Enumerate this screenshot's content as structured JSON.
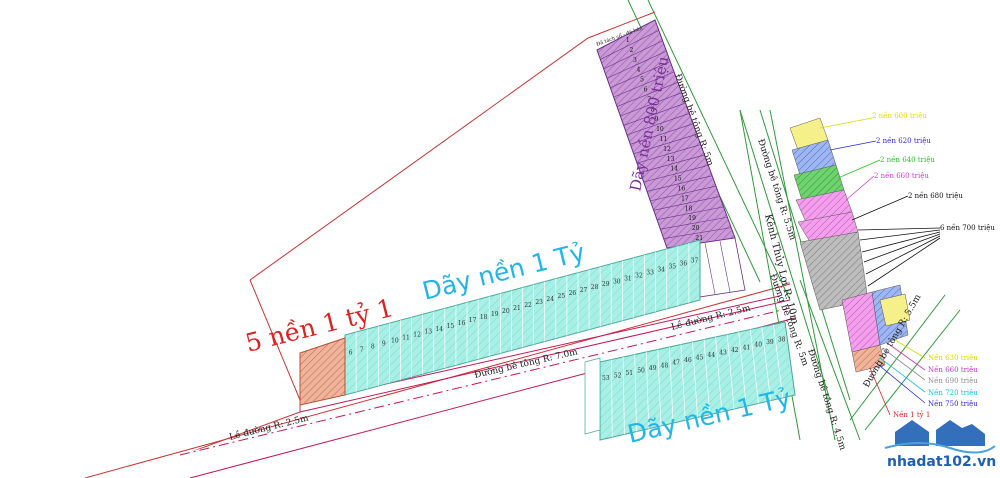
{
  "labels": {
    "row_1_ty_top": "Dãy nền 1 Tỷ",
    "row_1_ty_bottom": "Dãy nền 1 Tỷ",
    "five_lots": "5 nền 1 tỷ 1",
    "row_800": "Dãy nền 800 triệu",
    "road_7m": "Đường bê tông R: 7.0m",
    "road_5m_top": "Đường bê tông R: 5m",
    "road_5m_mid": "Đường bê tông R: 5m",
    "road_45m": "Đường bê tông R: 4.5m",
    "road_55m_right": "Đường bê tông R: 5.5m",
    "road_55m_mid": "Đường bê tông R: 5.5m",
    "shoulder_25_main": "Lề đường R: 2.5m",
    "shoulder_25_mid": "Lề đường R: 2.5m",
    "canal": "Kênh Thủy Lợi R: 10m",
    "sold_note": "Đã tách sổ - đã bán"
  },
  "price_legend": [
    {
      "text": "2 nền 600 triệu",
      "color": "#e0e000"
    },
    {
      "text": "2 nền 620 triệu",
      "color": "#2a2ad8"
    },
    {
      "text": "2 nền 640 triệu",
      "color": "#22c422"
    },
    {
      "text": "2 nền 660 triệu",
      "color": "#d13ad1"
    },
    {
      "text": "2 nền 680 triệu",
      "color": "#111111"
    },
    {
      "text": "6 nền 700 triệu",
      "color": "#111111"
    },
    {
      "text": "Nền 630 triệu",
      "color": "#d8d800"
    },
    {
      "text": "Nền 660 triệu",
      "color": "#cc33cc"
    },
    {
      "text": "Nền 690 triệu",
      "color": "#8a8a8a"
    },
    {
      "text": "Nền 720 triệu",
      "color": "#11bfe0"
    },
    {
      "text": "Nền 750 triệu",
      "color": "#2a2ad8"
    },
    {
      "text": "Nền 1 tỷ 1",
      "color": "#dd2222"
    }
  ],
  "lot_numbers": {
    "row_800": [
      "1",
      "2",
      "3",
      "4",
      "5",
      "6",
      "7",
      "8",
      "9",
      "10",
      "11",
      "12",
      "13",
      "14",
      "15",
      "16",
      "17",
      "18",
      "19",
      "20",
      "21"
    ],
    "row_top": [
      "6",
      "7",
      "8",
      "9",
      "10",
      "11",
      "12",
      "13",
      "14",
      "15",
      "16",
      "17",
      "18",
      "19",
      "20",
      "21",
      "22",
      "23",
      "24",
      "25",
      "26",
      "27",
      "28",
      "29",
      "30",
      "31",
      "32",
      "33",
      "34",
      "35",
      "36",
      "37"
    ],
    "row_bottom": [
      "53",
      "52",
      "51",
      "50",
      "49",
      "48",
      "47",
      "46",
      "45",
      "44",
      "43",
      "42",
      "41",
      "40",
      "39",
      "38"
    ]
  },
  "logo": {
    "text": "nhadat102.vn",
    "color": "#1e5fb4"
  },
  "colors": {
    "cyan_lots": "#a8f0e6",
    "purple_lots": "#c99ad6",
    "red_lots": "#e9a68a",
    "road_line": "#c2185b",
    "plan_line": "#cc3333",
    "green_line": "#3a9a3a"
  }
}
